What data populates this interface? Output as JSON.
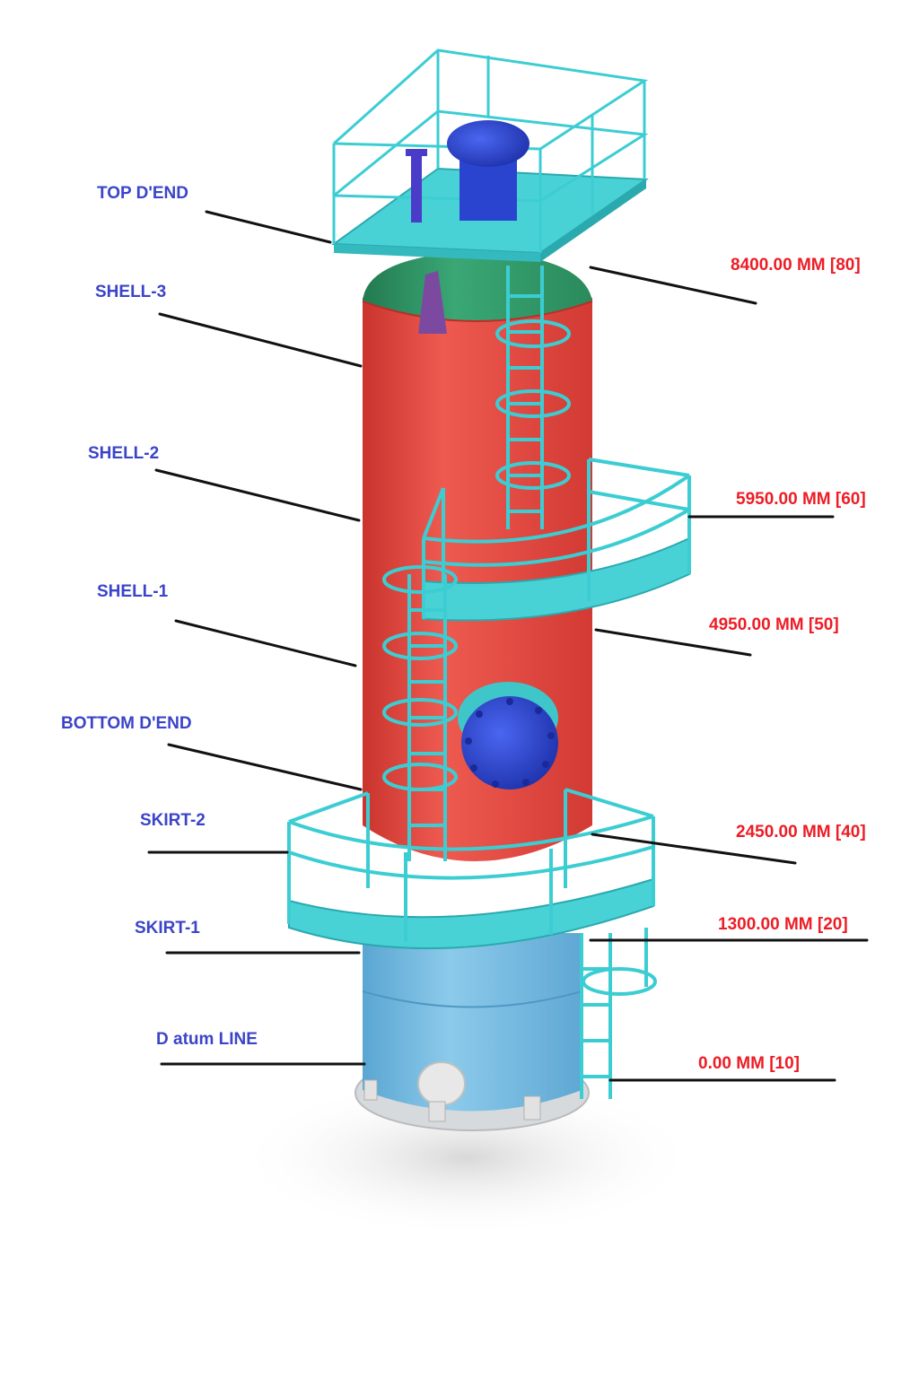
{
  "colors": {
    "left_label": "#3b44c8",
    "right_label": "#ee1c25",
    "shell": "#e2473f",
    "top_head": "#2f8f62",
    "skirt": "#6fb7de",
    "structure": "#40cfd5",
    "nozzle": "#2a44d0",
    "leader": "#111111"
  },
  "left_labels": [
    {
      "id": "top-dend",
      "text": "TOP D'END"
    },
    {
      "id": "shell-3",
      "text": "SHELL-3"
    },
    {
      "id": "shell-2",
      "text": "SHELL-2"
    },
    {
      "id": "shell-1",
      "text": "SHELL-1"
    },
    {
      "id": "bottom-dend",
      "text": "BOTTOM D'END"
    },
    {
      "id": "skirt-2",
      "text": "SKIRT-2"
    },
    {
      "id": "skirt-1",
      "text": "SKIRT-1"
    },
    {
      "id": "datum-line",
      "text": "D atum LINE"
    }
  ],
  "right_labels": [
    {
      "id": "elev-8400",
      "text": "8400.00 MM [80]"
    },
    {
      "id": "elev-5950",
      "text": "5950.00 MM [60]"
    },
    {
      "id": "elev-4950",
      "text": "4950.00 MM [50]"
    },
    {
      "id": "elev-2450",
      "text": "2450.00 MM [40]"
    },
    {
      "id": "elev-1300",
      "text": "1300.00 MM [20]"
    },
    {
      "id": "elev-0",
      "text": "0.00 MM [10]"
    }
  ]
}
